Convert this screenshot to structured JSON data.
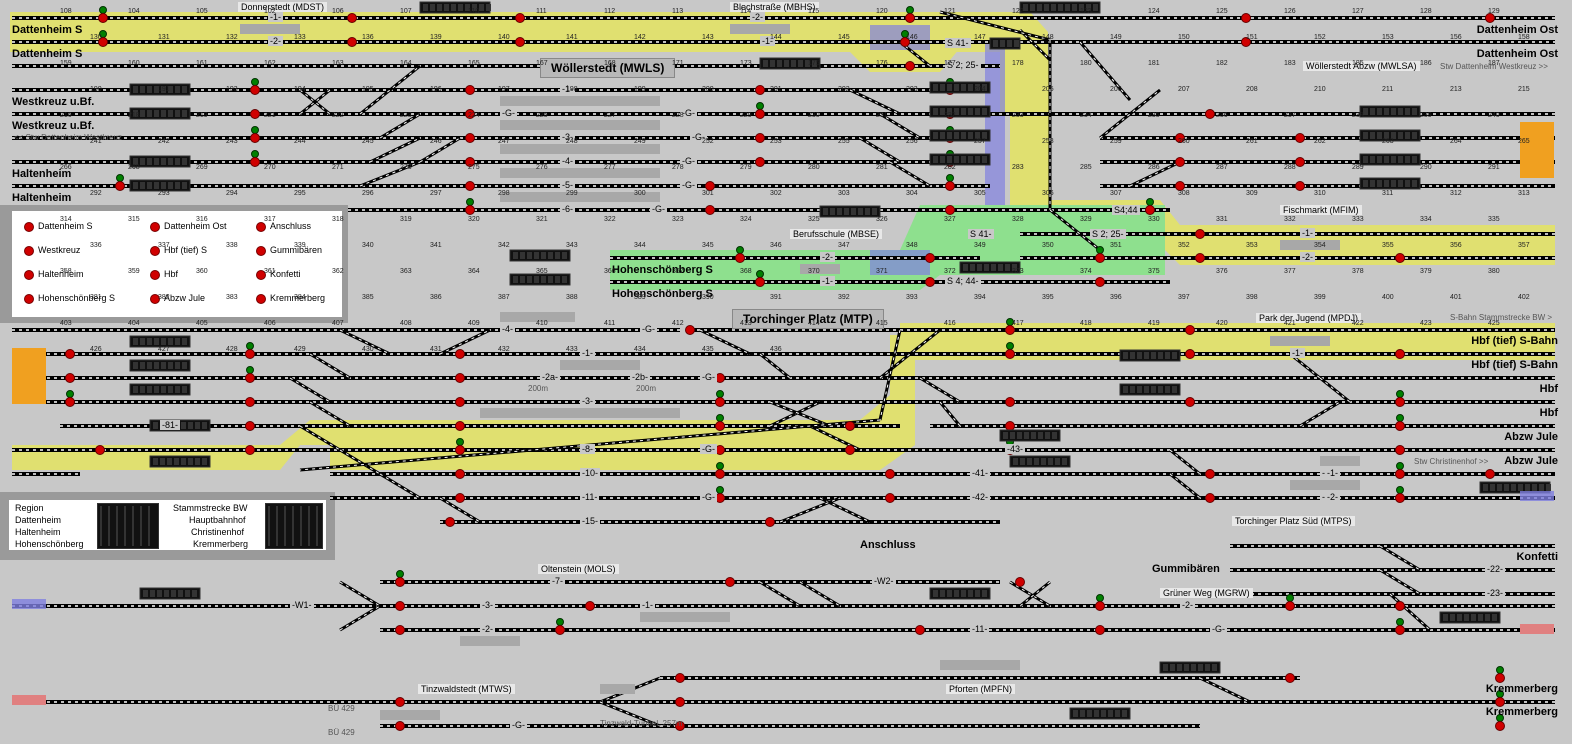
{
  "colors": {
    "background": "#c8c8c8",
    "route_yellow": "#e0e070",
    "route_green": "#8ee08e",
    "route_blue": "#8080e0",
    "track": "#000000",
    "sleeper": "#ffffff",
    "signal_red": "#d00000",
    "signal_green": "#008000",
    "buffer_orange": "#f0a020"
  },
  "stations": [
    {
      "id": "mdst",
      "label": "Donnerstedt (MDST)"
    },
    {
      "id": "mbhs",
      "label": "Blechstraße (MBHS)"
    },
    {
      "id": "mwls",
      "label": "Wöllerstedt (MWLS)"
    },
    {
      "id": "mwlsa",
      "label": "Wöllerstedt Abzw (MWLSA)"
    },
    {
      "id": "mbse",
      "label": "Berufsschule (MBSE)"
    },
    {
      "id": "mfim",
      "label": "Fischmarkt (MFIM)"
    },
    {
      "id": "mtp",
      "label": "Torchinger Platz (MTP)"
    },
    {
      "id": "mpdj",
      "label": "Park der Jugend (MPDJ)"
    },
    {
      "id": "mtps",
      "label": "Torchinger Platz Süd (MTPS)"
    },
    {
      "id": "mols",
      "label": "Oltenstein (MOLS)"
    },
    {
      "id": "mgrw",
      "label": "Grüner Weg (MGRW)"
    },
    {
      "id": "mtws",
      "label": "Tinzwaldstedt (MTWS)"
    },
    {
      "id": "mpfn",
      "label": "Pforten (MPFN)"
    }
  ],
  "endpoints_left": [
    "Dattenheim S",
    "Dattenheim S",
    "Westkreuz u.Bf.",
    "Westkreuz u.Bf.",
    "Haltenheim",
    "Haltenheim",
    "Hohenschönberg S",
    "Hohenschönberg S"
  ],
  "endpoints_right": [
    "Dattenheim Ost",
    "Dattenheim Ost",
    "Hbf (tief) S-Bahn",
    "Hbf (tief) S-Bahn",
    "Hbf",
    "Hbf",
    "Abzw Jule",
    "Abzw Jule",
    "Konfetti",
    "Kremmerberg",
    "Kremmerberg"
  ],
  "other_names": {
    "gummibaeren": "Gummibären",
    "anschluss": "Anschluss"
  },
  "notes": {
    "stw_dattenheim_westkreuz": "<< Stw Dattenheim Westkreuz",
    "stw_dattenheim_westkreuz_r": "Stw Dattenheim Westkreuz >>",
    "sbahn_stammstrecke": "S-Bahn Stammstrecke BW >",
    "stw_christinenhof": "Stw Christinenhof >>",
    "tunnel": "Tinzwald-Tunnel, 257m",
    "len200a": "200m",
    "len200b": "200m",
    "bue429a": "BÜ 429",
    "bue429b": "BÜ 429"
  },
  "track_labels": [
    "-1-",
    "-2-",
    "-2-",
    "-1-",
    "-1-",
    "-G-",
    "-3-",
    "-4-",
    "-5-",
    "-6-",
    "-G-",
    "-G-",
    "-G-",
    "-G-",
    "-G-",
    "-G-",
    "-2-",
    "-1-",
    "-2-",
    "-1-",
    "-G-",
    "-4-",
    "-1-",
    "-2a-",
    "-2b-",
    "-3-",
    "-8-",
    "-81-",
    "-10-",
    "-11-",
    "-15-",
    "-G-",
    "-G-",
    "-7-",
    "-W1-",
    "-3-",
    "-2-",
    "-1-",
    "-W2-",
    "-2-",
    "-1-",
    "-1-",
    "-2-",
    "-G-",
    "-G-",
    "-2-",
    "-1-",
    "-43-",
    "-41-",
    "-42-",
    "-1-",
    "-2-",
    "-22-",
    "-23-",
    "-11-",
    "-G-",
    "-G-"
  ],
  "route_labels": [
    "S 41-",
    "S 2; 25-",
    "S4;44",
    "S 2; 25-",
    "S 41-",
    "S 4; 44-"
  ],
  "legend_signals": [
    "Dattenheim S",
    "Dattenheim Ost",
    "Anschluss",
    "Westkreuz",
    "Hbf (tief) S",
    "Gummibären",
    "Haltenheim",
    "Hbf",
    "Konfetti",
    "Hohenschönberg S",
    "Abzw Jule",
    "Kremmerberg"
  ],
  "region_key": {
    "col1": [
      "Region",
      "Dattenheim",
      "Haltenheim",
      "Hohenschönberg"
    ],
    "col2": [
      "Stammstrecke BW",
      "Hauptbahnhof",
      "Christinenhof",
      "Kremmerberg"
    ]
  },
  "signal_numbers": [
    "108",
    "104",
    "105",
    "102",
    "106",
    "107",
    "110",
    "111",
    "112",
    "113",
    "114",
    "115",
    "120",
    "121",
    "122",
    "123",
    "124",
    "125",
    "126",
    "127",
    "128",
    "129",
    "130",
    "131",
    "132",
    "133",
    "136",
    "139",
    "140",
    "141",
    "142",
    "143",
    "144",
    "145",
    "146",
    "147",
    "148",
    "149",
    "150",
    "151",
    "152",
    "153",
    "156",
    "158",
    "159",
    "160",
    "161",
    "162",
    "163",
    "164",
    "165",
    "167",
    "168",
    "171",
    "173",
    "175",
    "176",
    "177",
    "178",
    "180",
    "181",
    "182",
    "183",
    "185",
    "186",
    "187",
    "190",
    "191",
    "193",
    "194",
    "195",
    "196",
    "197",
    "198",
    "199",
    "200",
    "201",
    "202",
    "203",
    "204",
    "205",
    "206",
    "207",
    "208",
    "210",
    "211",
    "213",
    "215",
    "216",
    "218",
    "219",
    "221",
    "222",
    "223",
    "224",
    "225",
    "227",
    "228",
    "229",
    "230",
    "231",
    "232",
    "233",
    "234",
    "235",
    "236",
    "237",
    "238",
    "239",
    "240",
    "241",
    "242",
    "243",
    "244",
    "245",
    "246",
    "247",
    "248",
    "249",
    "252",
    "253",
    "255",
    "256",
    "257",
    "258",
    "259",
    "260",
    "261",
    "262",
    "263",
    "264",
    "265",
    "266",
    "268",
    "269",
    "270",
    "271",
    "273",
    "275",
    "276",
    "277",
    "278",
    "279",
    "280",
    "281",
    "282",
    "283",
    "285",
    "286",
    "287",
    "288",
    "289",
    "290",
    "291",
    "292",
    "293",
    "294",
    "295",
    "296",
    "297",
    "298",
    "299",
    "300",
    "301",
    "302",
    "303",
    "304",
    "305",
    "306",
    "307",
    "308",
    "309",
    "310",
    "311",
    "312",
    "313",
    "314",
    "315",
    "316",
    "317",
    "318",
    "319",
    "320",
    "321",
    "322",
    "323",
    "324",
    "325",
    "326",
    "327",
    "328",
    "329",
    "330",
    "331",
    "332",
    "333",
    "334",
    "335",
    "336",
    "337",
    "338",
    "339",
    "340",
    "341",
    "342",
    "343",
    "344",
    "345",
    "346",
    "347",
    "348",
    "349",
    "350",
    "351",
    "352",
    "353",
    "354",
    "355",
    "356",
    "357",
    "358",
    "359",
    "360",
    "361",
    "362",
    "363",
    "364",
    "365",
    "366",
    "367",
    "368",
    "370",
    "371",
    "372",
    "373",
    "374",
    "375",
    "376",
    "377",
    "378",
    "379",
    "380",
    "381",
    "382",
    "383",
    "384",
    "385",
    "386",
    "387",
    "388",
    "389",
    "390",
    "391",
    "392",
    "393",
    "394",
    "395",
    "396",
    "397",
    "398",
    "399",
    "400",
    "401",
    "402",
    "403",
    "404",
    "405",
    "406",
    "407",
    "408",
    "409",
    "410",
    "411",
    "412",
    "413",
    "414",
    "415",
    "416",
    "417",
    "418",
    "419",
    "420",
    "421",
    "422",
    "423",
    "425",
    "426",
    "427",
    "428",
    "429",
    "430",
    "431",
    "432",
    "433",
    "434",
    "435",
    "436"
  ]
}
